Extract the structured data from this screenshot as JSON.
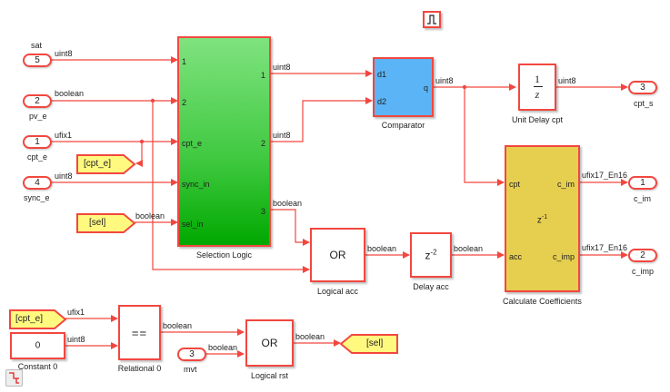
{
  "diagram": {
    "blocks": {
      "selection_logic": {
        "name": "Selection Logic",
        "inputs": [
          "1",
          "2",
          "cpt_e",
          "sync_in",
          "sel_in"
        ],
        "outputs": [
          "1",
          "2",
          "3"
        ]
      },
      "comparator": {
        "name": "Comparator",
        "inputs": [
          "d1",
          "d2"
        ],
        "outputs": [
          "q"
        ]
      },
      "unit_delay": {
        "name": "Unit Delay cpt",
        "num": "1",
        "den": "z"
      },
      "calc_coeff": {
        "name": "Calculate Coefficients",
        "inputs": [
          "cpt",
          "acc"
        ],
        "outputs": [
          "c_im",
          "c_imp"
        ],
        "symbol": "z",
        "symbol_exp": "-1"
      },
      "logical_acc": {
        "name": "Logical acc",
        "op": "OR"
      },
      "delay_acc": {
        "name": "Delay acc",
        "symbol": "z",
        "symbol_exp": "-2"
      },
      "relational": {
        "name": "Relational 0",
        "op": "=="
      },
      "constant": {
        "name": "Constant 0",
        "value": "0"
      },
      "logical_rst": {
        "name": "Logical rst",
        "op": "OR"
      }
    },
    "inports": [
      {
        "num": "5",
        "name": "sat",
        "signal": "uint8"
      },
      {
        "num": "2",
        "name": "pv_e",
        "signal": "boolean"
      },
      {
        "num": "1",
        "name": "cpt_e",
        "signal": "ufix1"
      },
      {
        "num": "4",
        "name": "sync_e",
        "signal": "uint8"
      },
      {
        "num": "3",
        "name": "mvt",
        "signal": "boolean"
      }
    ],
    "outports": [
      {
        "num": "3",
        "name": "cpt_s",
        "signal": "uint8"
      },
      {
        "num": "1",
        "name": "c_im",
        "signal": "ufix17_En16"
      },
      {
        "num": "2",
        "name": "c_imp",
        "signal": "ufix17_En16"
      }
    ],
    "tags": {
      "goto_cpt_e": "[cpt_e]",
      "from_sel": "[sel]",
      "from_cpt_e": "[cpt_e]",
      "goto_sel": "[sel]"
    },
    "signals": {
      "sel_out1": "uint8",
      "sel_out2": "uint8",
      "sel_out3": "boolean",
      "comp_q": "uint8",
      "sel_in": "boolean",
      "or_acc_out": "boolean",
      "delay_out": "boolean",
      "rel_in1": "ufix1",
      "rel_in2": "uint8",
      "rel_out": "boolean",
      "rst_out": "boolean"
    },
    "icons": {
      "pulse": "pulse-generator-icon",
      "sample_time": "sample-time-legend-icon"
    }
  }
}
